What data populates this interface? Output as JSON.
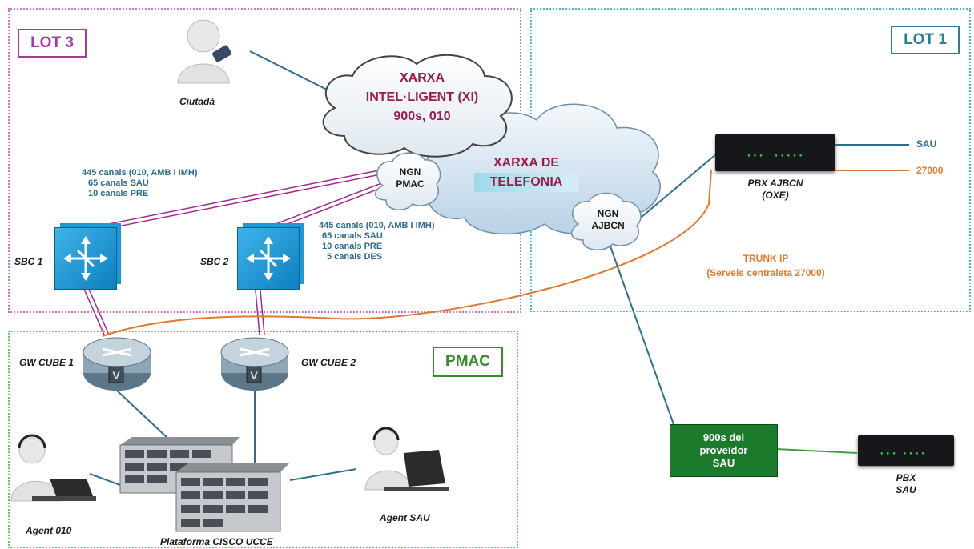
{
  "zones": {
    "lot3": "LOT 3",
    "lot1": "LOT 1",
    "pmac": "PMAC"
  },
  "clouds": {
    "xi": {
      "line1": "XARXA",
      "line2": "INTEL·LIGENT (XI)",
      "line3": "900s, 010"
    },
    "telefonia": {
      "line1": "XARXA DE",
      "line2": "TELEFONIA"
    },
    "ngn_pmac": {
      "line1": "NGN",
      "line2": "PMAC"
    },
    "ngn_ajbcn": {
      "line1": "NGN",
      "line2": "AJBCN"
    }
  },
  "labels": {
    "ciutada": "Ciutadà",
    "sbc1": "SBC 1",
    "sbc2": "SBC 2",
    "gw1": "GW CUBE 1",
    "gw2": "GW CUBE 2",
    "agent010": "Agent 010",
    "agentsau": "Agent SAU",
    "plataforma": "Plataforma CISCO UCCE",
    "pbx_ajbcn_1": "PBX AJBCN",
    "pbx_ajbcn_2": "(OXE)",
    "pbx_sau_1": "PBX",
    "pbx_sau_2": "SAU",
    "line_sau": "SAU",
    "line_27000": "27000",
    "trunk_1": "TRUNK IP",
    "trunk_2": "(Serveis centraleta 27000)",
    "box900_1": "900s del",
    "box900_2": "proveïdor",
    "box900_3": "SAU"
  },
  "channels_sbc1": [
    "445 canals (010, AMB I IMH)",
    "65 canals SAU",
    "10 canals PRE"
  ],
  "channels_sbc2": [
    "445 canals (010, AMB I IMH)",
    "65 canals SAU",
    "10 canals PRE",
    "5 canals DES"
  ],
  "colors": {
    "lot3": "#a23c9e",
    "lot1": "#2e7d99",
    "pmac": "#3a8a2e",
    "link_blue": "#2e6f8e",
    "link_purple": "#a02a8e",
    "link_orange": "#e07a30",
    "link_green": "#3fa03f",
    "cloud_text": "#9a1a4a"
  }
}
